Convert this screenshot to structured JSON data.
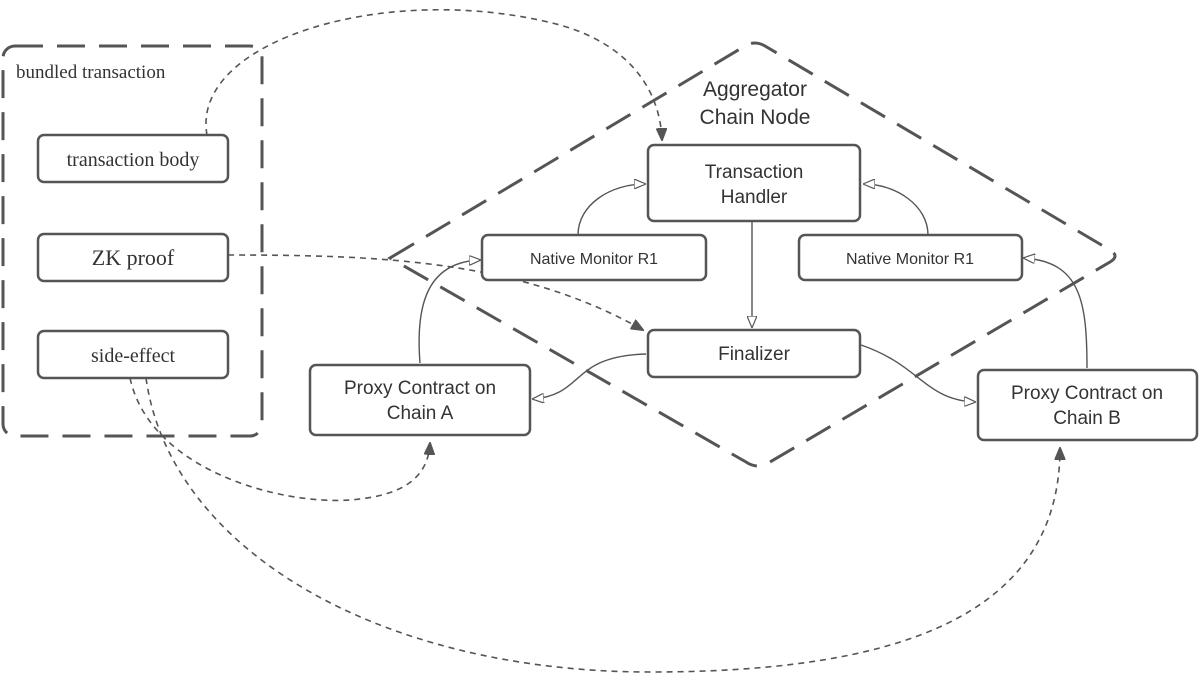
{
  "bundle": {
    "label": "bundled transaction",
    "items": [
      "transaction body",
      "ZK proof",
      "side-effect"
    ]
  },
  "aggregator": {
    "label_line1": "Aggregator",
    "label_line2": "Chain Node"
  },
  "nodes": {
    "transaction_handler": [
      "Transaction",
      "Handler"
    ],
    "monitor_left": "Native Monitor R1",
    "monitor_right": "Native Monitor R1",
    "finalizer": "Finalizer",
    "proxy_a": [
      "Proxy Contract on",
      "Chain A"
    ],
    "proxy_b": [
      "Proxy Contract on",
      "Chain B"
    ]
  },
  "colors": {
    "stroke": "#555555",
    "text": "#333333",
    "background": "#ffffff"
  }
}
